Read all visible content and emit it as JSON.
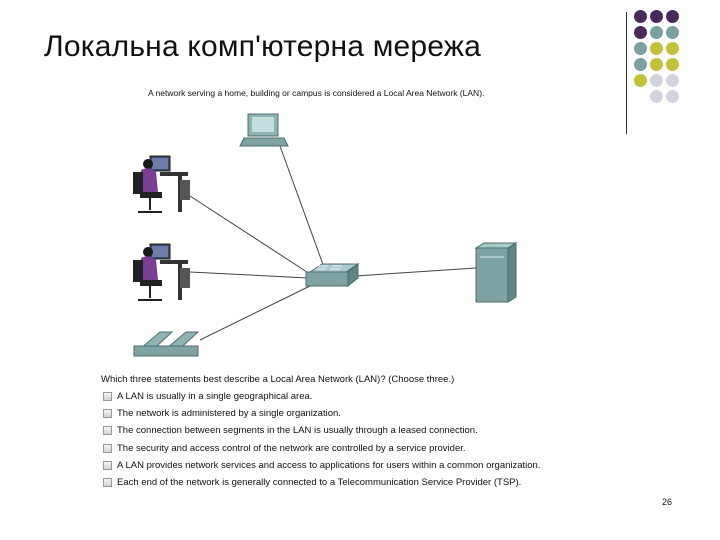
{
  "slide": {
    "title": "Локальна комп'ютерна мережа",
    "caption": "A network serving a home, building or campus is considered a Local Area Network (LAN).",
    "page_number": "26"
  },
  "decoration": {
    "dot_colors": [
      "#4a2a5e",
      "#7aa0a0",
      "#c2c23a",
      "#d3d3de"
    ]
  },
  "quiz": {
    "question": "Which three statements best describe a Local Area Network (LAN)? (Choose three.)",
    "options": [
      "A LAN is usually in a single geographical area.",
      "The network is administered by a single organization.",
      "The connection between segments in the LAN is usually through a leased connection.",
      "The security and access control of the network are controlled by a service provider.",
      "A LAN provides network services and access to applications for users within a common organization.",
      "Each end of the network is generally connected to a Telecommunication Service Provider (TSP)."
    ]
  }
}
